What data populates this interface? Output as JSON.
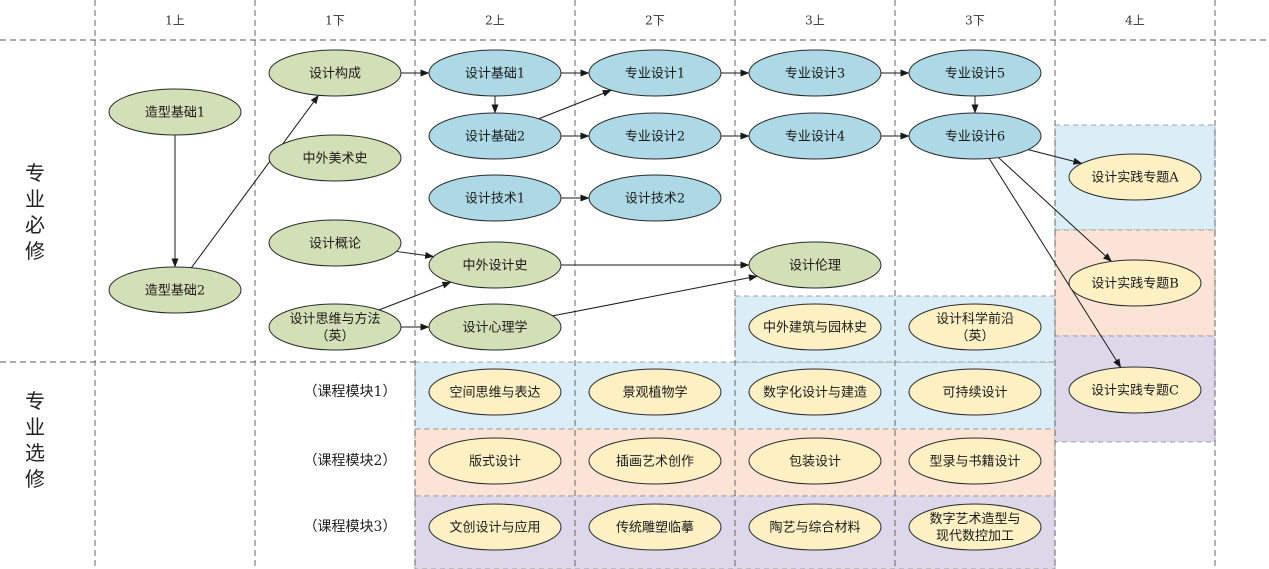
{
  "semesters": [
    "1上",
    "1下",
    "2上",
    "2下",
    "3上",
    "3下",
    "4上"
  ],
  "sections": {
    "required": "专\n业\n必\n修",
    "elective": "专\n业\n选\n修"
  },
  "module_labels": [
    "（课程模块1）",
    "（课程模块2）",
    "（课程模块3）"
  ],
  "colors": {
    "green": "#d3dfb6",
    "blue": "#acd9e5",
    "yellow": "#fdf1c3",
    "band_blue": "#dbeef8",
    "band_peach": "#fbe4d5",
    "band_lavender": "#dcd8ea"
  },
  "nodes": [
    {
      "id": "zx1",
      "text": "造型基础1",
      "color": "green"
    },
    {
      "id": "zx2",
      "text": "造型基础2",
      "color": "green"
    },
    {
      "id": "sjgc",
      "text": "设计构成",
      "color": "green"
    },
    {
      "id": "zwms",
      "text": "中外美术史",
      "color": "green"
    },
    {
      "id": "sjgl",
      "text": "设计概论",
      "color": "green"
    },
    {
      "id": "swff",
      "text": "设计思维与方法\n（英）",
      "color": "green"
    },
    {
      "id": "zwsj",
      "text": "中外设计史",
      "color": "green"
    },
    {
      "id": "sjxl",
      "text": "设计心理学",
      "color": "green"
    },
    {
      "id": "sjll",
      "text": "设计伦理",
      "color": "green"
    },
    {
      "id": "jc1",
      "text": "设计基础1",
      "color": "blue"
    },
    {
      "id": "jc2",
      "text": "设计基础2",
      "color": "blue"
    },
    {
      "id": "js1",
      "text": "设计技术1",
      "color": "blue"
    },
    {
      "id": "zy1",
      "text": "专业设计1",
      "color": "blue"
    },
    {
      "id": "zy2",
      "text": "专业设计2",
      "color": "blue"
    },
    {
      "id": "js2",
      "text": "设计技术2",
      "color": "blue"
    },
    {
      "id": "zy3",
      "text": "专业设计3",
      "color": "blue"
    },
    {
      "id": "zy4",
      "text": "专业设计4",
      "color": "blue"
    },
    {
      "id": "zy5",
      "text": "专业设计5",
      "color": "blue"
    },
    {
      "id": "zy6",
      "text": "专业设计6",
      "color": "blue"
    },
    {
      "id": "sjA",
      "text": "设计实践专题A",
      "color": "yellow"
    },
    {
      "id": "sjB",
      "text": "设计实践专题B",
      "color": "yellow"
    },
    {
      "id": "sjC",
      "text": "设计实践专题C",
      "color": "yellow"
    },
    {
      "id": "jzyl",
      "text": "中外建筑与园林史",
      "color": "yellow"
    },
    {
      "id": "kxqy",
      "text": "设计科学前沿\n（英）",
      "color": "yellow"
    },
    {
      "id": "kj",
      "text": "空间思维与表达",
      "color": "yellow"
    },
    {
      "id": "jgzw",
      "text": "景观植物学",
      "color": "yellow"
    },
    {
      "id": "szh",
      "text": "数字化设计与建造",
      "color": "yellow"
    },
    {
      "id": "kcx",
      "text": "可持续设计",
      "color": "yellow"
    },
    {
      "id": "bs",
      "text": "版式设计",
      "color": "yellow"
    },
    {
      "id": "ch",
      "text": "插画艺术创作",
      "color": "yellow"
    },
    {
      "id": "bz",
      "text": "包装设计",
      "color": "yellow"
    },
    {
      "id": "xl",
      "text": "型录与书籍设计",
      "color": "yellow"
    },
    {
      "id": "wc",
      "text": "文创设计与应用",
      "color": "yellow"
    },
    {
      "id": "ct",
      "text": "传统雕塑临摹",
      "color": "yellow"
    },
    {
      "id": "ty",
      "text": "陶艺与综合材料",
      "color": "yellow"
    },
    {
      "id": "szys",
      "text": "数字艺术造型与\n现代数控加工",
      "color": "yellow"
    }
  ],
  "edges": [
    [
      "zx1",
      "zx2"
    ],
    [
      "zx2",
      "sjgc"
    ],
    [
      "sjgc",
      "jc1"
    ],
    [
      "jc1",
      "jc2"
    ],
    [
      "jc1",
      "zy1"
    ],
    [
      "jc2",
      "zy1"
    ],
    [
      "jc2",
      "zy2"
    ],
    [
      "js1",
      "js2"
    ],
    [
      "zy1",
      "zy3"
    ],
    [
      "zy3",
      "zy5"
    ],
    [
      "zy5",
      "zy6"
    ],
    [
      "zy2",
      "zy4"
    ],
    [
      "zy4",
      "zy6"
    ],
    [
      "zy6",
      "sjA"
    ],
    [
      "zy6",
      "sjB"
    ],
    [
      "zy6",
      "sjC"
    ],
    [
      "sjgl",
      "zwsj"
    ],
    [
      "swff",
      "zwsj"
    ],
    [
      "swff",
      "sjxl"
    ],
    [
      "zwsj",
      "sjll"
    ],
    [
      "sjxl",
      "sjll"
    ]
  ]
}
